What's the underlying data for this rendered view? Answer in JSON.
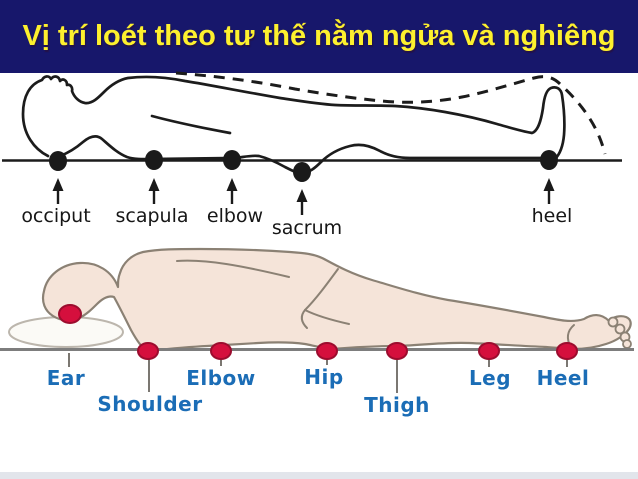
{
  "page": {
    "title": "Vị trí loét theo tư thế nằm ngửa và nghiêng"
  },
  "colors": {
    "banner_background": "#17176b",
    "banner_text": "#fdf02e",
    "line_art_ink": "#1c1c1c",
    "red_dot": "#d50f3d",
    "red_dot_outline": "#9c0c2e",
    "side_label_blue": "#1b6db6",
    "skin_tone": "#f5e4d9",
    "skin_outline": "#8b8174",
    "bottom_strip": "#e2e5eb"
  },
  "supine_diagram": {
    "pressure_points": [
      {
        "label": "occiput"
      },
      {
        "label": "scapula"
      },
      {
        "label": "elbow"
      },
      {
        "label": "sacrum"
      },
      {
        "label": "heel"
      }
    ]
  },
  "side_diagram": {
    "pressure_points": [
      {
        "label": "Ear"
      },
      {
        "label": "Shoulder"
      },
      {
        "label": "Elbow"
      },
      {
        "label": "Hip"
      },
      {
        "label": "Thigh"
      },
      {
        "label": "Leg"
      },
      {
        "label": "Heel"
      }
    ]
  }
}
